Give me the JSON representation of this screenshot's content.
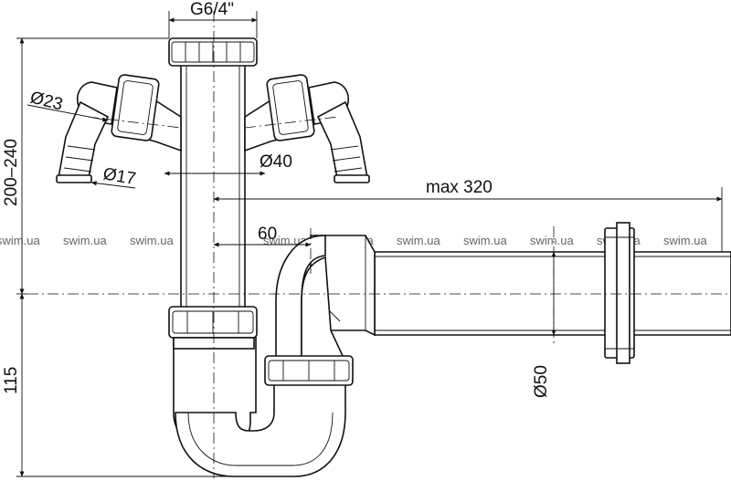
{
  "dimensions": {
    "thread": "G6/4\"",
    "inlet_diameter": "Ø23",
    "hose_diameter": "Ø17",
    "pipe_diameter": "Ø40",
    "max_length": "max 320",
    "offset": "60",
    "outlet_diameter": "Ø50",
    "height_range": "200–240",
    "lower_height": "115"
  },
  "watermark": {
    "text": "swim.ua",
    "count": 11
  }
}
